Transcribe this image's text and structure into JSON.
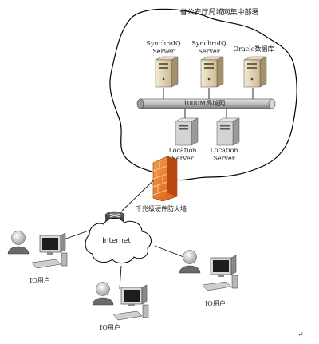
{
  "diagram": {
    "title": "省公安厅局域网集中部署",
    "servers": {
      "server1": [
        "SynchroIQ",
        "Server"
      ],
      "server2": [
        "SynchroIQ",
        "Server"
      ],
      "server3": "Oracle数据库",
      "location1": [
        "Location",
        "Server"
      ],
      "location2": [
        "Location",
        "Server"
      ]
    },
    "lan_label": "1000M局域网",
    "firewall_label": "千兆级硬件防火墙",
    "internet_label": "Internet",
    "users": {
      "left": "IQ用户",
      "bottom": "IQ用户",
      "right": "IQ用户"
    },
    "return_mark": "↵"
  }
}
